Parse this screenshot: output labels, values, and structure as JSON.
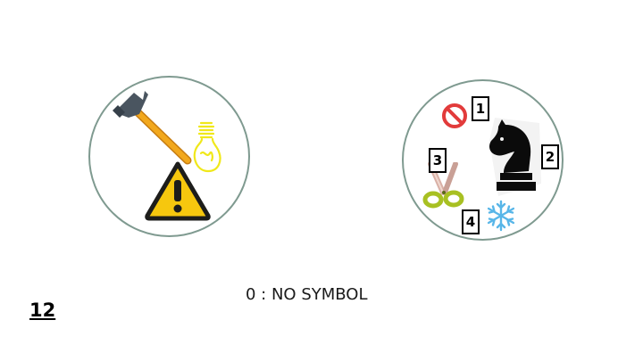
{
  "slide_number": "12",
  "legend": "0 : NO SYMBOL",
  "left_card": {
    "symbols": [
      "hammer-icon",
      "light-bulb-icon",
      "warning-sign-icon"
    ]
  },
  "right_card": {
    "symbols": [
      "no-entry-icon",
      "chess-knight-icon",
      "scissors-icon",
      "snowflake-icon"
    ],
    "labels": [
      "1",
      "2",
      "3",
      "4"
    ]
  },
  "colors": {
    "card_border": "#7f9a90",
    "warning_yellow": "#f6c70e",
    "hammer_handle": "#f2a81d",
    "bulb": "#f0e81a",
    "no_entry_red": "#e23b3b",
    "scissors_handle": "#a8c022",
    "snowflake": "#58b6e8"
  }
}
